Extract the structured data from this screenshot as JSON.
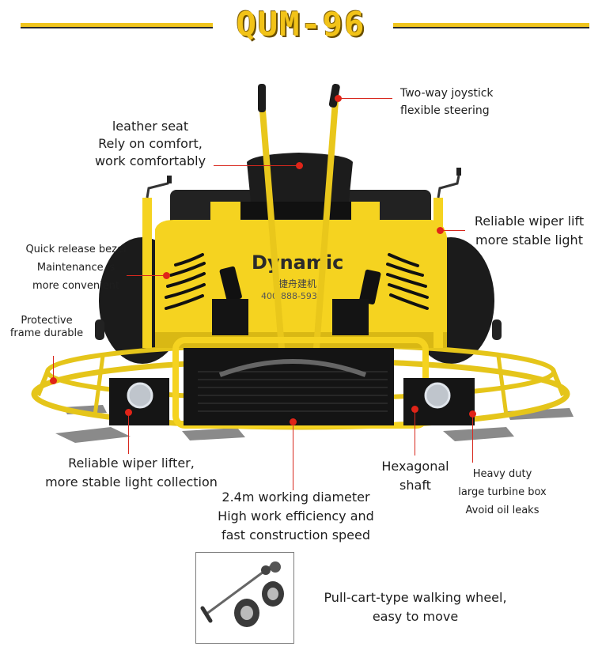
{
  "title": "QUM-96",
  "brand": {
    "logo_text": "Dynamic",
    "panel_cn": "捷舟建机",
    "panel_phone": "400-888-5936"
  },
  "colors": {
    "machine_yellow": "#f5d320",
    "frame_black": "#1b1b1b",
    "accent_red": "#e02418",
    "title_gold": "#f2c318"
  },
  "callouts": {
    "joystick": [
      "Two-way joystick",
      "flexible steering"
    ],
    "seat": [
      "leather seat",
      "Rely on comfort,",
      "work comfortably"
    ],
    "wiper_right": [
      "Reliable wiper lift",
      "more stable light"
    ],
    "bezel": [
      "Quick release bezel",
      "Maintenance is",
      "more convenient"
    ],
    "frame": [
      "Protective",
      "frame durable"
    ],
    "wiper_left": [
      "Reliable wiper lifter,",
      "more stable light collection"
    ],
    "shaft": [
      "Hexagonal",
      "shaft"
    ],
    "turbine": [
      "Heavy duty",
      "large turbine box",
      "Avoid oil leaks"
    ],
    "diameter": [
      "2.4m working diameter",
      "High work efficiency and",
      "fast construction speed"
    ],
    "wheel": [
      "Pull-cart-type walking wheel,",
      "easy to move"
    ]
  }
}
